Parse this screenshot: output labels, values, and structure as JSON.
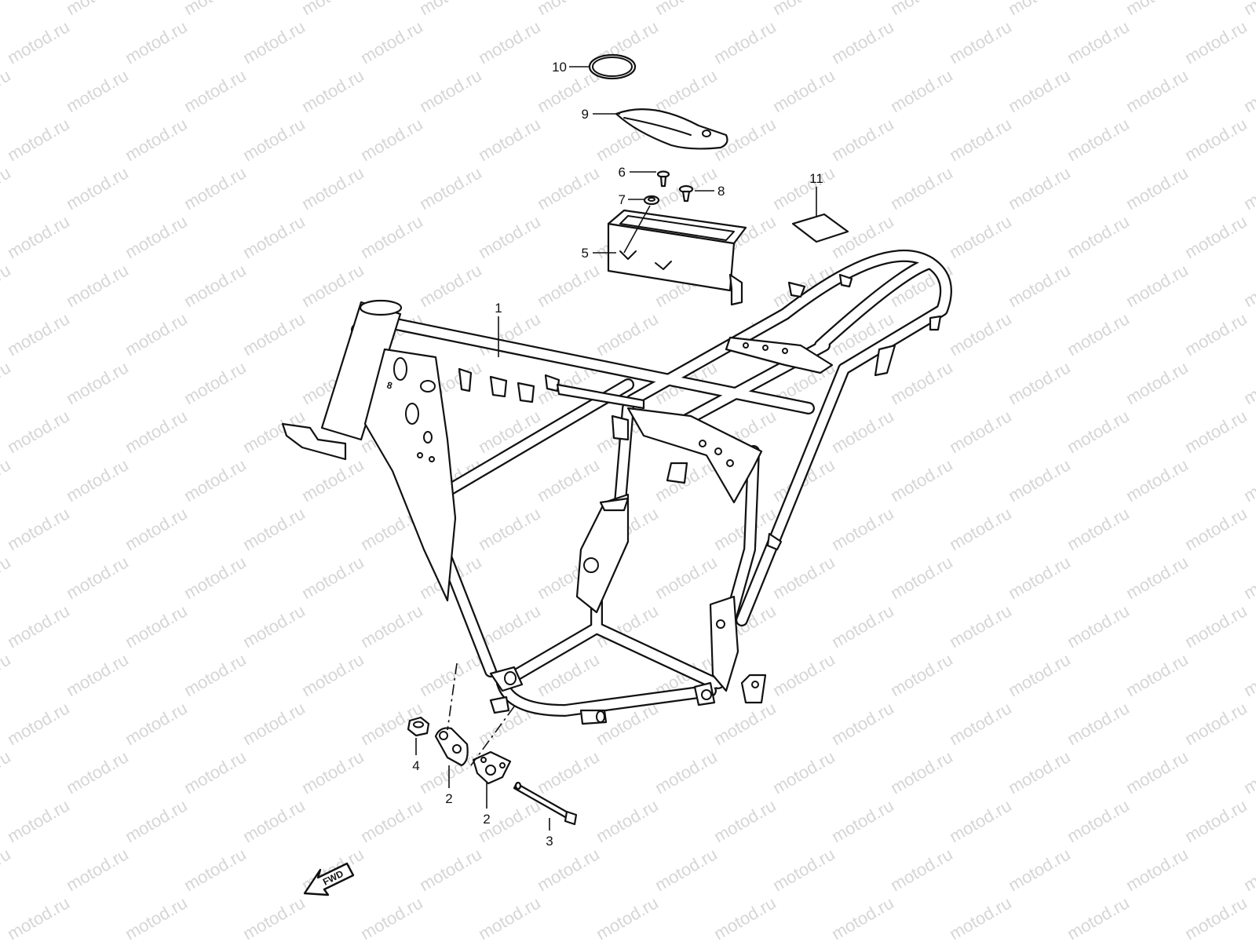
{
  "watermark": "motod.ru",
  "fwd_label": "FWD",
  "callouts": [
    {
      "label": "1",
      "part": "frame"
    },
    {
      "label": "2",
      "part": "engine-mount-bracket"
    },
    {
      "label": "2",
      "part": "engine-mount-bracket-right"
    },
    {
      "label": "3",
      "part": "mount-bolt"
    },
    {
      "label": "4",
      "part": "nut"
    },
    {
      "label": "5",
      "part": "battery-box"
    },
    {
      "label": "6",
      "part": "screw"
    },
    {
      "label": "7",
      "part": "cushion"
    },
    {
      "label": "8",
      "part": "bolt"
    },
    {
      "label": "9",
      "part": "cover"
    },
    {
      "label": "10",
      "part": "band"
    },
    {
      "label": "11",
      "part": "label"
    }
  ],
  "colors": {
    "line": "#111111",
    "watermark": "#d6d6d6",
    "background": "#ffffff"
  }
}
